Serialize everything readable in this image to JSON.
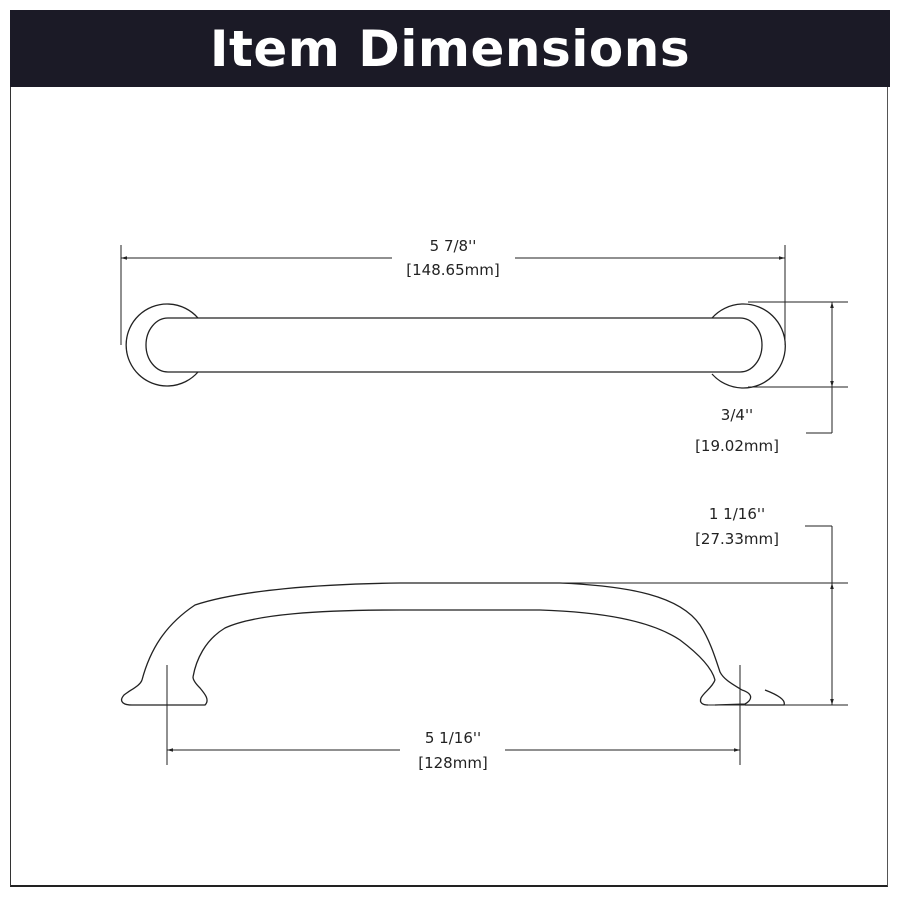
{
  "header": {
    "title": "Item Dimensions",
    "background_color": "#1b1a26",
    "text_color": "#ffffff"
  },
  "top_view": {
    "overall_length": {
      "imperial": "5 7/8''",
      "metric": "[148.65mm]"
    },
    "thickness": {
      "imperial": "3/4''",
      "metric": "[19.02mm]"
    }
  },
  "side_view": {
    "height": {
      "imperial": "1 1/16''",
      "metric": "[27.33mm]"
    },
    "center_to_center": {
      "imperial": "5 1/16''",
      "metric": "[128mm]"
    }
  },
  "line_color": "#222222"
}
